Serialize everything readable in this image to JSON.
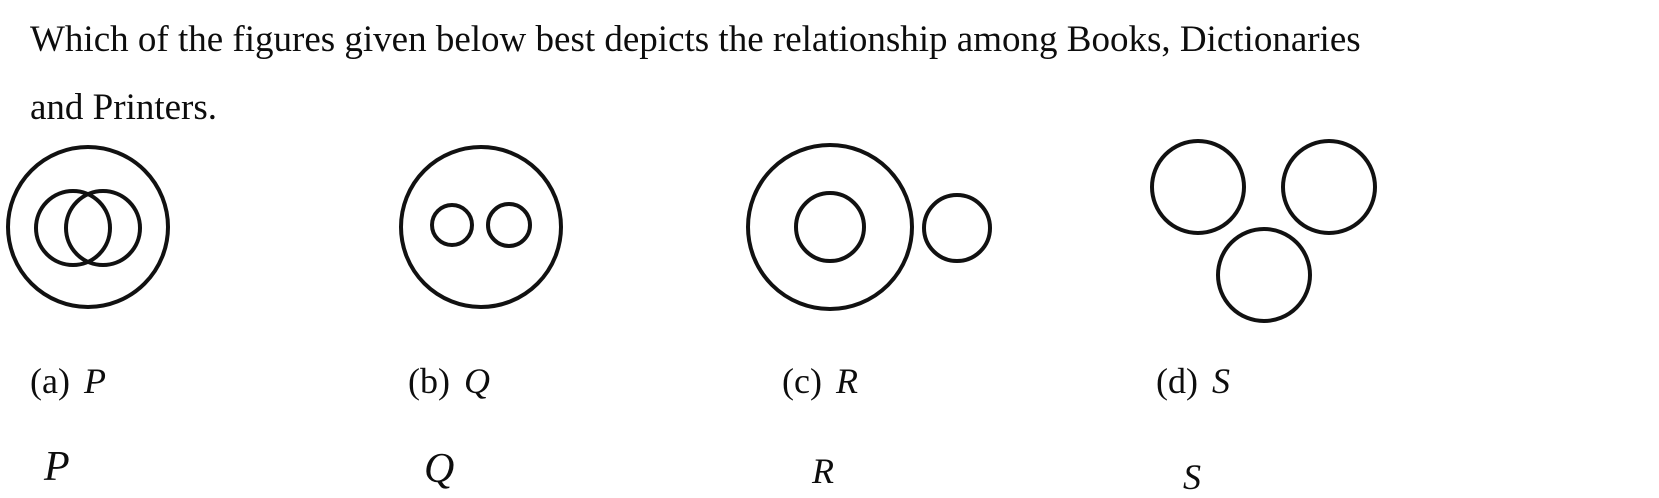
{
  "question": {
    "line1": "Which of the figures given below best depicts the relationship among Books, Dictionaries",
    "line2": "and Printers."
  },
  "figures": [
    {
      "id": "figure-p",
      "letter": "P",
      "description": "large circle containing two overlapping circles",
      "stroke_color": "#111111"
    },
    {
      "id": "figure-q",
      "letter": "Q",
      "description": "large circle containing two small separate circles",
      "stroke_color": "#111111"
    },
    {
      "id": "figure-r",
      "letter": "R",
      "description": "large circle with concentric inner circle plus one separate circle outside",
      "stroke_color": "#111111"
    },
    {
      "id": "figure-s",
      "letter": "S",
      "description": "three separate circles arranged in a triangle",
      "stroke_color": "#111111"
    }
  ],
  "options": [
    {
      "tag": "(a)",
      "value": "P"
    },
    {
      "tag": "(b)",
      "value": "Q"
    },
    {
      "tag": "(c)",
      "value": "R"
    },
    {
      "tag": "(d)",
      "value": "S"
    }
  ]
}
